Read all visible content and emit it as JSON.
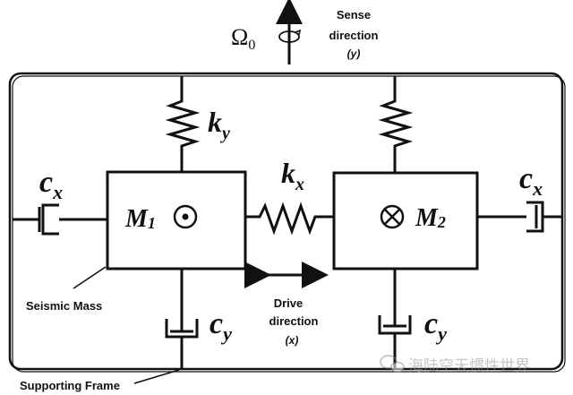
{
  "labels": {
    "omega": "Ω",
    "omega_sub": "0",
    "sense": "Sense",
    "sense_direction": "direction",
    "sense_axis": "(y)",
    "ky": "k",
    "ky_sub": "y",
    "kx": "k",
    "kx_sub": "x",
    "cx_left": "c",
    "cx_left_sub": "x",
    "cx_right": "c",
    "cx_right_sub": "x",
    "m1": "M",
    "m1_sub": "1",
    "m2": "M",
    "m2_sub": "2",
    "cy_left": "c",
    "cy_left_sub": "y",
    "cy_right": "c",
    "cy_right_sub": "y",
    "seismic_mass": "Seismic Mass",
    "drive": "Drive",
    "drive_direction": "direction",
    "drive_axis": "(x)",
    "supporting_frame": "Supporting Frame",
    "watermark": "海陆空天惯性世界"
  }
}
